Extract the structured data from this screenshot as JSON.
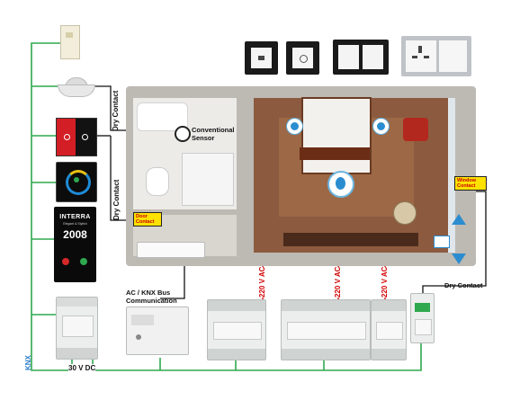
{
  "labels": {
    "conventional_sensor": "Conventional Sensor",
    "dry_contact_left_top": "Dry Contact",
    "dry_contact_left_bottom": "Dry Contact",
    "door_contact": "Door Contact",
    "window_contact": "Window Contact",
    "dry_contact_right": "Dry Contact",
    "ac_knx": "AC / KNX Bus Communication",
    "ac_220_1": "220 V AC",
    "ac_220_2": "220 V AC",
    "ac_220_3": "220 V AC",
    "dc_30": "30 V DC",
    "knx_logo": "KNX",
    "panel_brand": "INTERRA",
    "panel_tagline": "Elegant & Stylish",
    "panel_room": "2008"
  },
  "colors": {
    "knx_line": "#2fa84f",
    "power_line": "#d10000",
    "accent_yellow": "#ffe100"
  }
}
